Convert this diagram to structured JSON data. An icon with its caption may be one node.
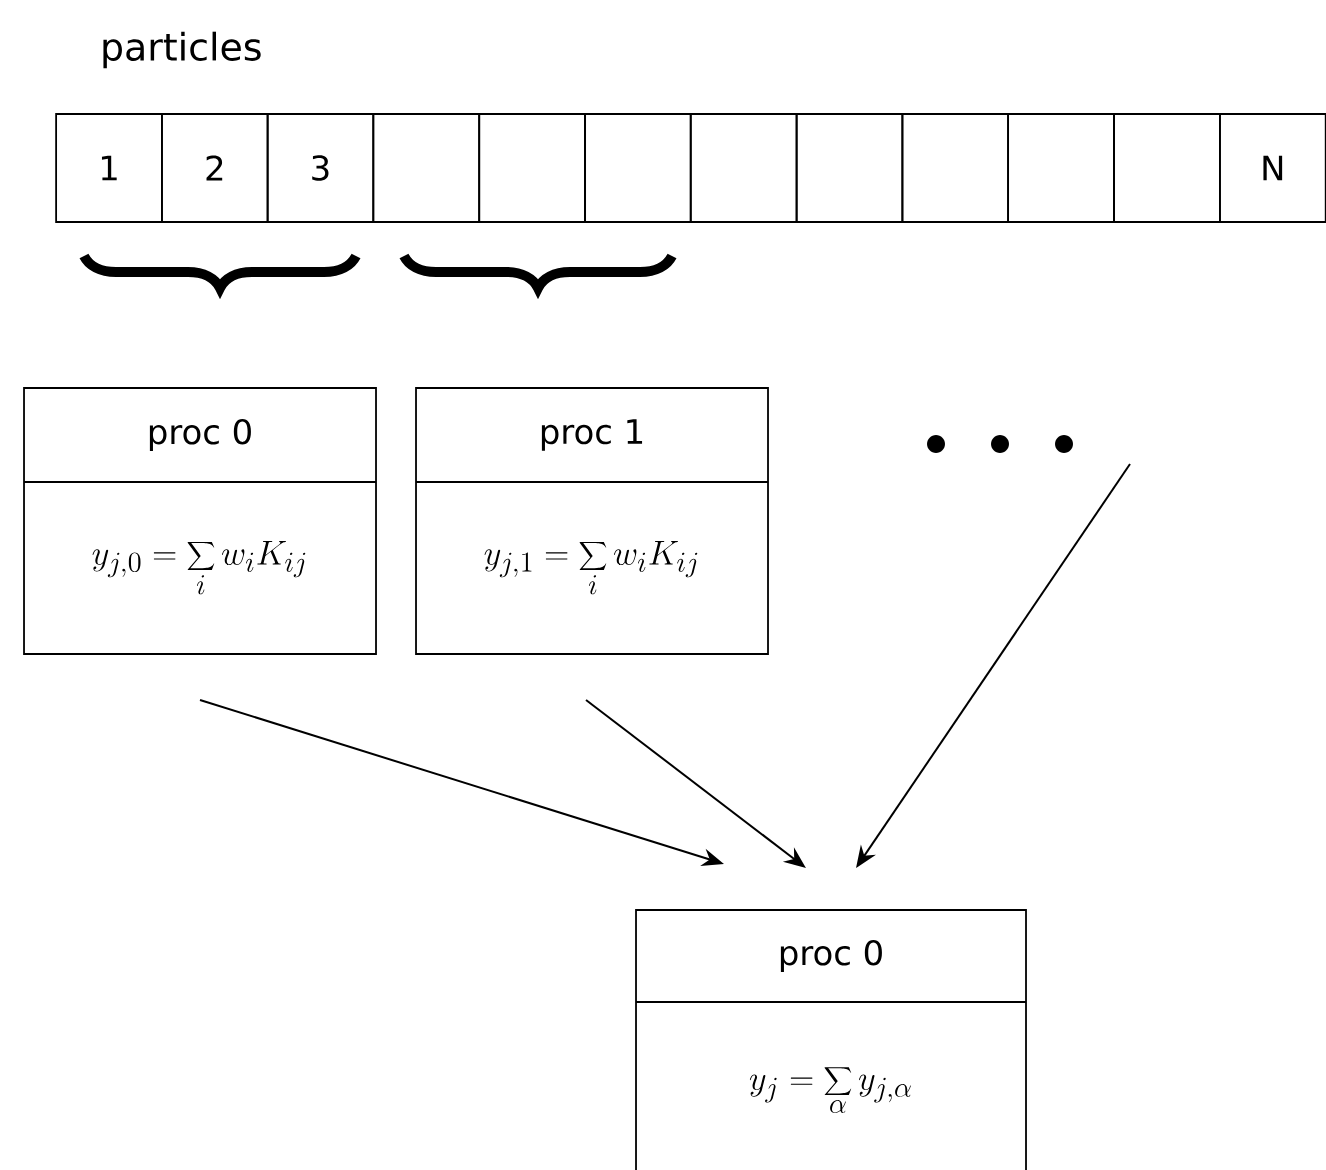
{
  "diagram": {
    "nodes": [
      {
        "text": [
          "1"
        ]
      },
      {
        "text": [
          "2"
        ]
      },
      {
        "text": [
          "3"
        ]
      },
      {
        "text": [],
        "shape": "box"
      },
      {
        "text": [],
        "shape": "box"
      },
      {
        "text": [],
        "shape": "box"
      },
      {
        "text": [],
        "shape": "box"
      },
      {
        "text": [],
        "shape": "box"
      },
      {
        "text": [],
        "shape": "box"
      },
      {
        "text": [],
        "shape": "box"
      },
      {
        "text": [],
        "shape": "box"
      },
      {
        "text": [
          "N"
        ]
      },
      {
        "text": [
          "proc 0",
          "y_{j,0}=\\sum_i w_i K_{ij}"
        ]
      },
      {
        "text": [
          "proc 1",
          "y_{j,1}=\\sum_i w_i K_{ij}"
        ]
      },
      {
        "text": [],
        "shape": "dots"
      },
      {
        "text": [
          "proc 0",
          "y_j=\\sum_\\alpha y_{j,\\alpha}"
        ]
      }
    ],
    "edges": [
      {
        "from": 12,
        "to": 15,
        "arrow": "to"
      },
      {
        "from": 13,
        "to": 15,
        "arrow": "to"
      },
      {
        "from": 14,
        "to": 15,
        "arrow": "to"
      }
    ],
    "labels": [
      "particles"
    ]
  }
}
